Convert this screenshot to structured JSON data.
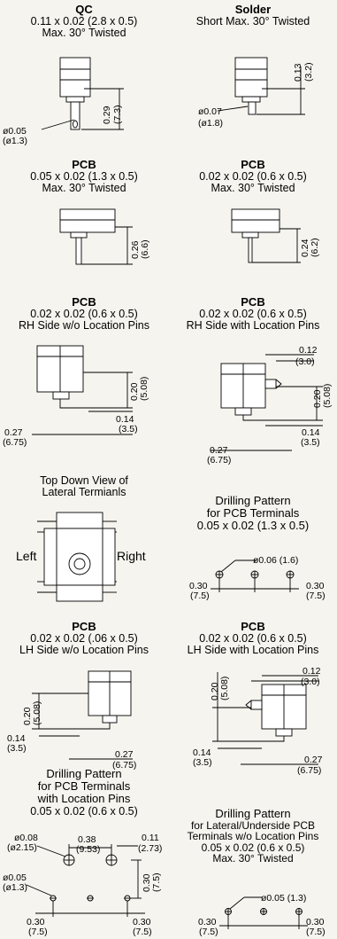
{
  "cells": [
    {
      "id": "qc",
      "title": "QC",
      "lines": [
        "0.11 x 0.02 (2.8 x 0.5)",
        "Max. 30° Twisted"
      ],
      "dims": [
        "0.29",
        "(7.3)",
        "ø0.05",
        "(ø1.3)"
      ]
    },
    {
      "id": "solder",
      "title": "Solder",
      "lines": [
        "Short Max. 30° Twisted"
      ],
      "dims": [
        "0.13",
        "(3.2)",
        "ø0.07",
        "(ø1.8)"
      ]
    },
    {
      "id": "pcb1",
      "title": "PCB",
      "lines": [
        "0.05 x 0.02 (1.3 x 0.5)",
        "Max. 30° Twisted"
      ],
      "dims": [
        "0.26",
        "(6.6)"
      ]
    },
    {
      "id": "pcb2",
      "title": "PCB",
      "lines": [
        "0.02 x 0.02 (0.6 x 0.5)",
        "Max. 30° Twisted"
      ],
      "dims": [
        "0.24",
        "(6.2)"
      ]
    },
    {
      "id": "rh-wo",
      "title": "PCB",
      "lines": [
        "0.02 x 0.02 (0.6 x 0.5)",
        "RH Side w/o Location Pins"
      ],
      "dims": [
        "0.20",
        "(5.08)",
        "0.14",
        "(3.5)",
        "0.27",
        "(6.75)"
      ]
    },
    {
      "id": "rh-with",
      "title": "PCB",
      "lines": [
        "0.02 x 0.02 (0.6 x 0.5)",
        "RH Side with Location Pins"
      ],
      "dims": [
        "0.12",
        "(3.0)",
        "0.20",
        "(5.08)",
        "0.14",
        "(3.5)",
        "0.27",
        "(6.75)"
      ]
    },
    {
      "id": "topdown",
      "title": "",
      "lines": [
        "Top Down View of",
        "Lateral Termianls"
      ],
      "dims": [
        "Left",
        "Right"
      ]
    },
    {
      "id": "drill1",
      "title": "",
      "lines": [
        "Drilling Pattern",
        "for PCB Terminals",
        "0.05 x 0.02 (1.3 x 0.5)"
      ],
      "dims": [
        "ø0.06 (1.6)",
        "0.30",
        "(7.5)",
        "0.30",
        "(7.5)"
      ]
    },
    {
      "id": "lh-wo",
      "title": "PCB",
      "lines": [
        "0.02 x 0.02 (.06 x 0.5)",
        "LH Side w/o Location Pins"
      ],
      "dims": [
        "0.20",
        "(5.08)",
        "0.14",
        "(3.5)",
        "0.27",
        "(6.75)"
      ]
    },
    {
      "id": "lh-with",
      "title": "PCB",
      "lines": [
        "0.02 x 0.02 (0.6 x 0.5)",
        "LH Side with Location Pins"
      ],
      "dims": [
        "0.20",
        "(5.08)",
        "0.12",
        "(3.0)",
        "0.14",
        "(3.5)",
        "0.27",
        "(6.75)"
      ]
    },
    {
      "id": "drill2",
      "title": "",
      "lines": [
        "Drilling Pattern",
        "for PCB Terminals",
        "with Location Pins",
        "0.05 x 0.02 (0.6 x 0.5)"
      ],
      "dims": [
        "ø0.08",
        "(ø2.15)",
        "0.38",
        "(9.53)",
        "0.11",
        "(2.73)",
        "ø0.05",
        "(ø1.3)",
        "0.30",
        "(7.5)",
        "0.30",
        "(7.5)",
        "0.30",
        "(7.5)"
      ]
    },
    {
      "id": "drill3",
      "title": "",
      "lines": [
        "Drilling Pattern",
        "for Lateral/Underside PCB",
        "Terminals w/o Location Pins",
        "0.05 x 0.02 (0.6 x 0.5)",
        "Max. 30° Twisted"
      ],
      "dims": [
        "ø0.05 (1.3)",
        "0.30",
        "(7.5)",
        "0.30",
        "(7.5)"
      ]
    }
  ]
}
